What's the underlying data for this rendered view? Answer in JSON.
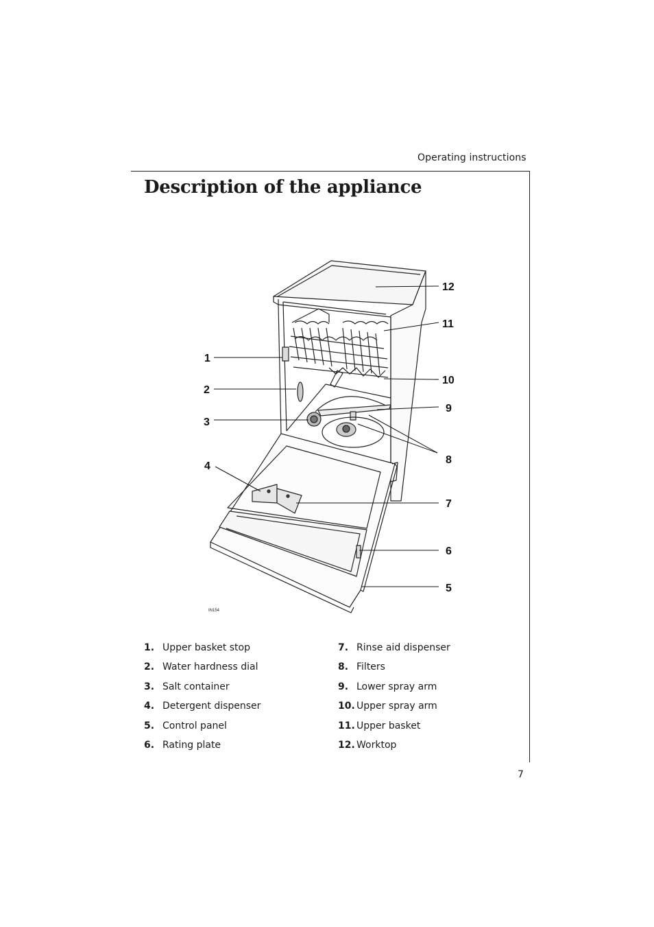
{
  "header": {
    "section": "Operating instructions"
  },
  "title": "Description of the appliance",
  "figure": {
    "id": "IN154",
    "callouts": [
      "1",
      "2",
      "3",
      "4",
      "5",
      "6",
      "7",
      "8",
      "9",
      "10",
      "11",
      "12"
    ]
  },
  "legend": [
    {
      "num": "1.",
      "label": "Upper basket stop"
    },
    {
      "num": "2.",
      "label": "Water hardness dial"
    },
    {
      "num": "3.",
      "label": "Salt container"
    },
    {
      "num": "4.",
      "label": "Detergent dispenser"
    },
    {
      "num": "5.",
      "label": "Control panel"
    },
    {
      "num": "6.",
      "label": "Rating plate"
    },
    {
      "num": "7.",
      "label": "Rinse aid dispenser"
    },
    {
      "num": "8.",
      "label": "Filters"
    },
    {
      "num": "9.",
      "label": "Lower spray arm"
    },
    {
      "num": "10.",
      "label": "Upper spray arm"
    },
    {
      "num": "11.",
      "label": "Upper basket"
    },
    {
      "num": "12.",
      "label": "Worktop"
    }
  ],
  "page_number": "7"
}
